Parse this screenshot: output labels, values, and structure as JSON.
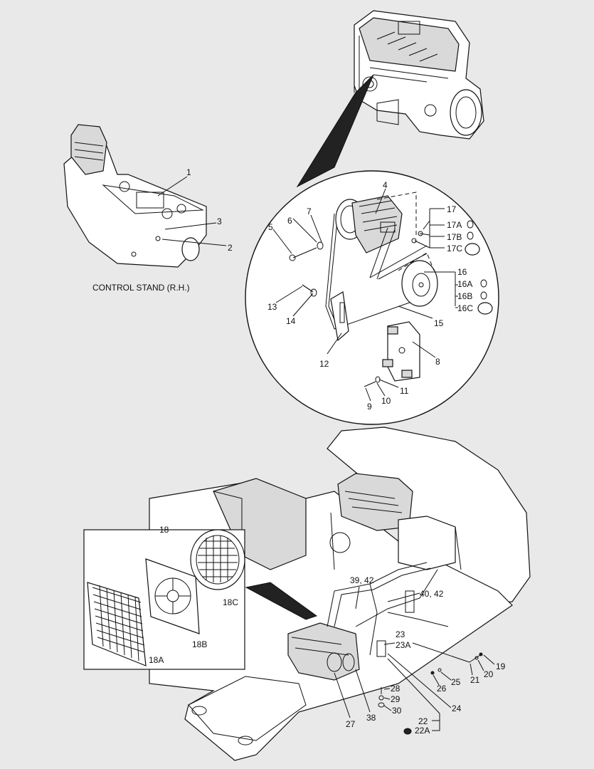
{
  "callouts": {
    "c1": "1",
    "c2": "2",
    "c3": "3",
    "c4": "4",
    "c5": "5",
    "c6": "6",
    "c7": "7",
    "c8": "8",
    "c9": "9",
    "c10": "10",
    "c11": "11",
    "c12": "12",
    "c13": "13",
    "c14": "14",
    "c15": "15",
    "c16": "16",
    "c16a": "16A",
    "c16b": "16B",
    "c16c": "16C",
    "c17": "17",
    "c17a": "17A",
    "c17b": "17B",
    "c17c": "17C",
    "c18": "18",
    "c18a": "18A",
    "c18b": "18B",
    "c18c": "18C",
    "c19": "19",
    "c20": "20",
    "c21": "21",
    "c22": "22",
    "c22a": "22A",
    "c23": "23",
    "c23a": "23A",
    "c24": "24",
    "c25": "25",
    "c26": "26",
    "c27": "27",
    "c28": "28",
    "c29": "29",
    "c30": "30",
    "c38": "38",
    "c3942": "39, 42",
    "c4042": "40, 42"
  },
  "captions": {
    "control_stand": "CONTROL STAND (R.H.)"
  },
  "icons": {
    "engine": "engine-illustration",
    "compressor": "ac-compressor-illustration",
    "control_stand": "control-stand-illustration",
    "condenser": "condenser-illustration",
    "fan_shroud": "fan-shroud-illustration",
    "fan_guard": "fan-guard-illustration",
    "machine": "machine-frame-illustration"
  }
}
